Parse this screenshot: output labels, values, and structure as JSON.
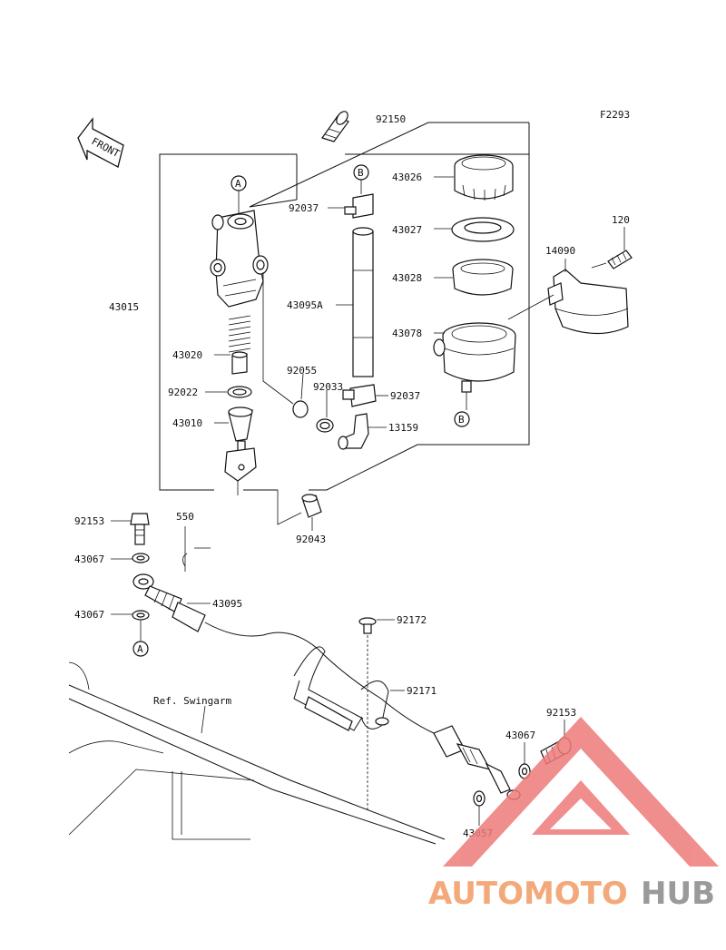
{
  "figure_code": "F2293",
  "front_label": "FRONT",
  "ref_label": "Ref. Swingarm",
  "callouts": {
    "A": "A",
    "B": "B"
  },
  "part_numbers": {
    "p92150": "92150",
    "p43026": "43026",
    "p92037_top": "92037",
    "p43027": "43027",
    "p120": "120",
    "p14090": "14090",
    "p43028": "43028",
    "p43015": "43015",
    "p43095A": "43095A",
    "p43078": "43078",
    "p43020": "43020",
    "p92055": "92055",
    "p92033": "92033",
    "p92022": "92022",
    "p92037_bot": "92037",
    "p43010": "43010",
    "p13159": "13159",
    "p92153_l": "92153",
    "p550": "550",
    "p92043": "92043",
    "p43067_a": "43067",
    "p43095": "43095",
    "p43067_b": "43067",
    "p92172": "92172",
    "p92171": "92171",
    "p92153_r": "92153",
    "p43067_c": "43067",
    "p43057": "43057"
  },
  "watermark": {
    "part1": "AUTOMOTO",
    "part2": "HUB",
    "color1": "#f3a97a",
    "color2": "#9a9a9a",
    "triangle": "#ee7a7a"
  }
}
